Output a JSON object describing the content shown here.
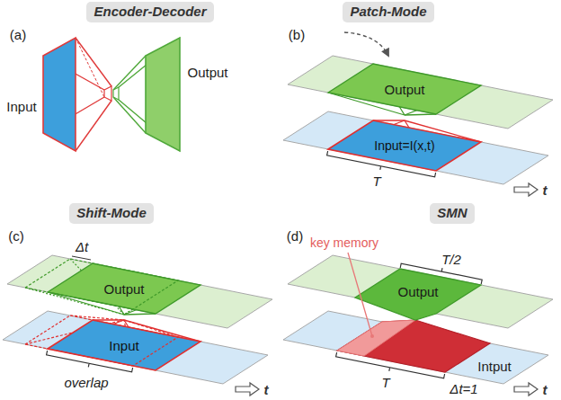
{
  "diagram": {
    "nodes": [
      {
        "text": [
          "Encoder-Decoder"
        ]
      },
      {
        "text": [
          "Patch-Mode"
        ]
      },
      {
        "text": [
          "Shift-Mode"
        ]
      },
      {
        "text": [
          "SMN"
        ]
      }
    ],
    "labels": [
      "(a)",
      "Input",
      "Output",
      "(b)",
      "Output",
      "T",
      "Input=I(x,t)",
      "t",
      "(c)",
      "Δt",
      "Output",
      "overlap",
      "Input",
      "t",
      "(d)",
      "key memory",
      "Output",
      "T/2",
      "T",
      "Δt=1",
      "Intput",
      "t"
    ]
  }
}
